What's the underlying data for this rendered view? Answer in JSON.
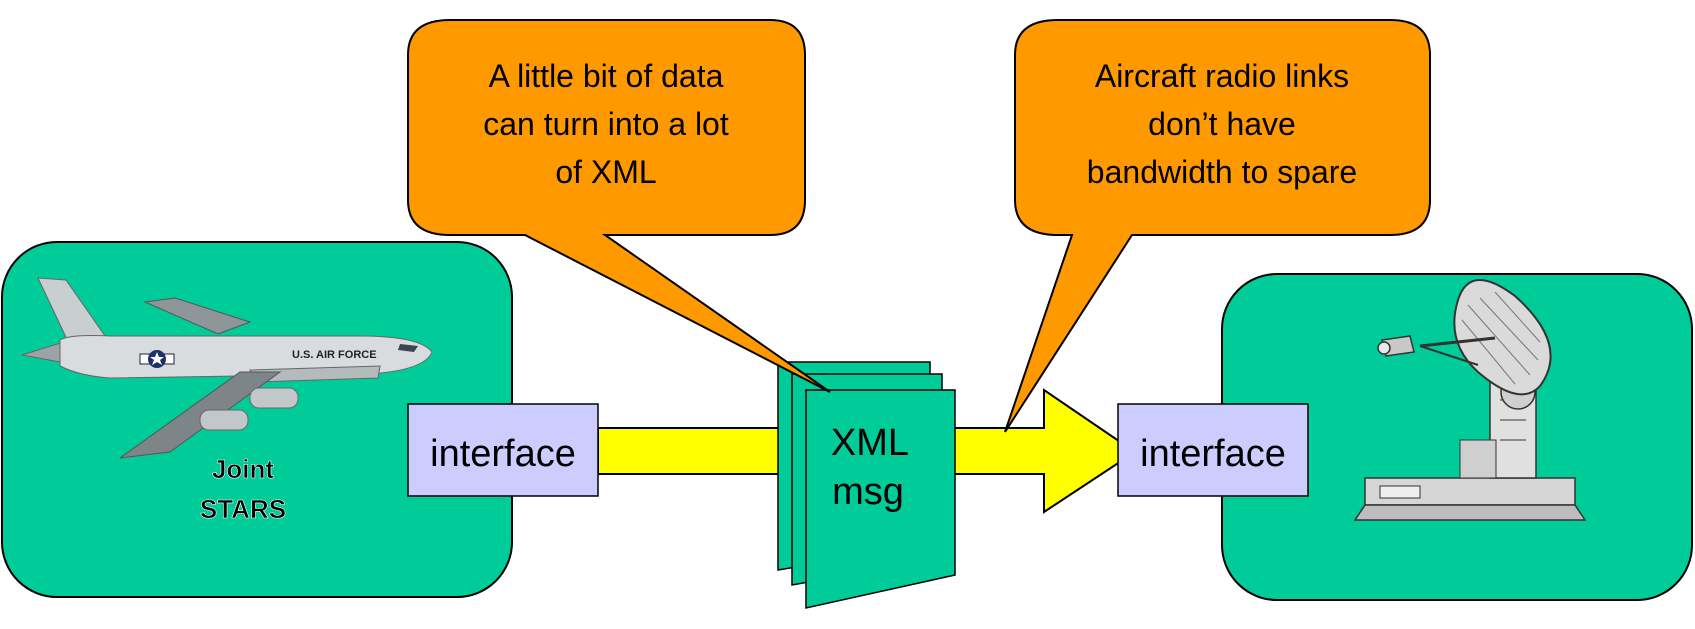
{
  "colors": {
    "node_fill": "#00CC99",
    "callout_fill": "#FF9900",
    "arrow_fill": "#FFFF00",
    "interface_fill": "#CCCCFF",
    "stroke": "#000000"
  },
  "left_node": {
    "label_line1": "Joint",
    "label_line2": "STARS",
    "aircraft_markings": "U.S. AIR FORCE",
    "image": "e8-jstars-aircraft"
  },
  "right_node": {
    "image": "satellite-dish-antenna"
  },
  "interfaces": {
    "left_label": "interface",
    "right_label": "interface"
  },
  "message": {
    "line1": "XML",
    "line2": "msg"
  },
  "callouts": {
    "left": {
      "line1": "A little bit of data",
      "line2": "can turn into a lot",
      "line3": "of XML"
    },
    "right": {
      "line1": "Aircraft radio links",
      "line2": "don’t have",
      "line3": "bandwidth to spare"
    }
  }
}
